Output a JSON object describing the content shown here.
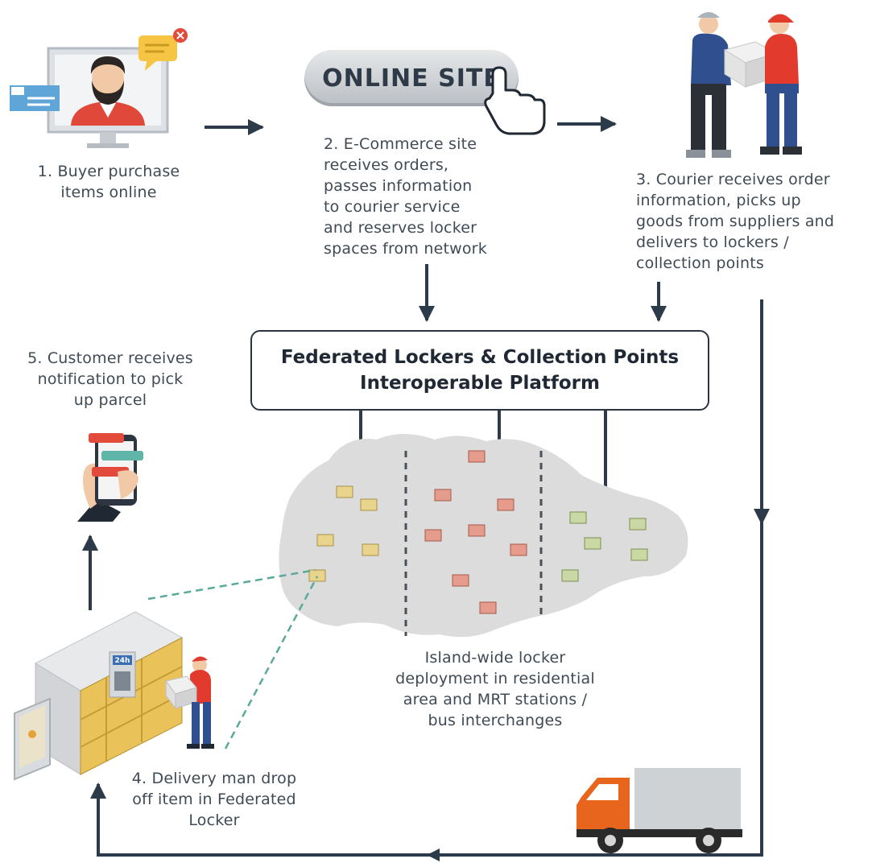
{
  "online_site": "ONLINE SITE",
  "steps": {
    "step1": "1. Buyer purchase\nitems online",
    "step2": "2. E-Commerce site\nreceives orders,\npasses information\nto courier service\nand reserves locker\nspaces from network",
    "step3": "3. Courier receives order\ninformation, picks up\ngoods from suppliers and\ndelivers  to lockers /\ncollection points",
    "step4": "4. Delivery man drop\noff item in Federated\nLocker",
    "step5": "5. Customer receives\nnotification to pick\nup parcel"
  },
  "platform": {
    "line1": "Federated Lockers & Collection Points",
    "line2": "Interoperable Platform"
  },
  "map_caption": "Island-wide locker\ndeployment in residential\narea and MRT stations /\nbus interchanges",
  "locker_sign": "24h",
  "colors": {
    "arrow": "#2c3a4a",
    "courier_red": "#e23b2e",
    "courier_blue": "#2f4f8f",
    "map_grey": "#dcdcdc",
    "locker_yellow": "#e9c35a",
    "truck_orange": "#e8651e",
    "dashed_green": "#5aa99a"
  },
  "icons": [
    "monitor-buyer-icon",
    "chat-bubble-icon",
    "email-icon",
    "pointer-hand-icon",
    "courier-handover-icon",
    "smartphone-notification-icon",
    "locker-bank-icon",
    "delivery-man-icon",
    "map-icon",
    "parcel-marker-icon",
    "truck-icon"
  ]
}
